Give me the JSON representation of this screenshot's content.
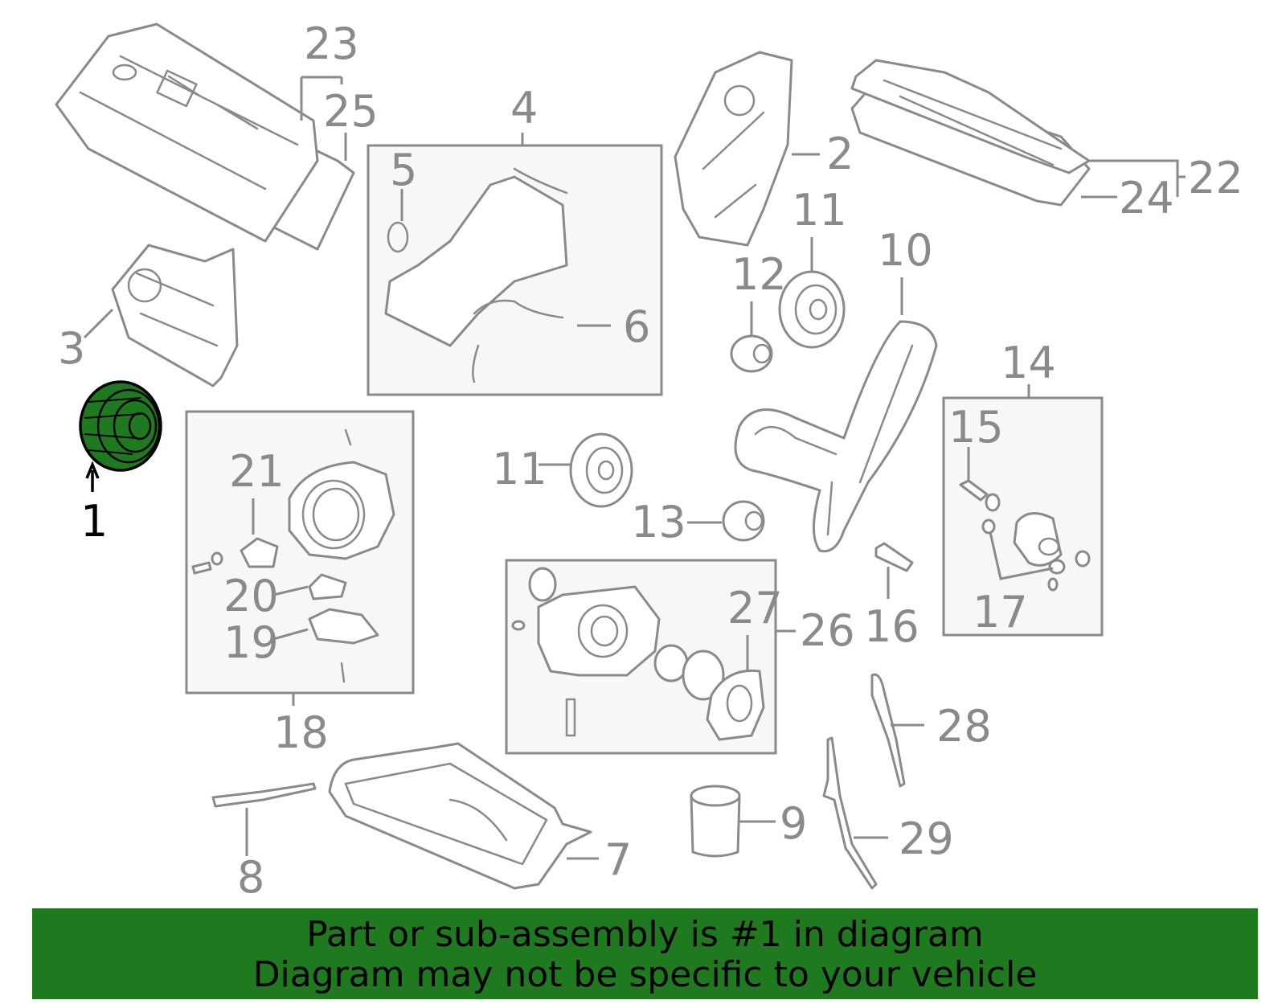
{
  "highlight_color": "#1f7a1f",
  "highlighted_part": "1",
  "callouts": [
    "1",
    "2",
    "3",
    "4",
    "5",
    "6",
    "7",
    "8",
    "9",
    "10",
    "11",
    "11",
    "12",
    "13",
    "14",
    "15",
    "16",
    "17",
    "18",
    "19",
    "20",
    "21",
    "22",
    "23",
    "24",
    "25",
    "26",
    "27",
    "28",
    "29"
  ],
  "banner": {
    "line1": "Part or sub-assembly is #1 in diagram",
    "line2": "Diagram may not be specific to your vehicle"
  }
}
